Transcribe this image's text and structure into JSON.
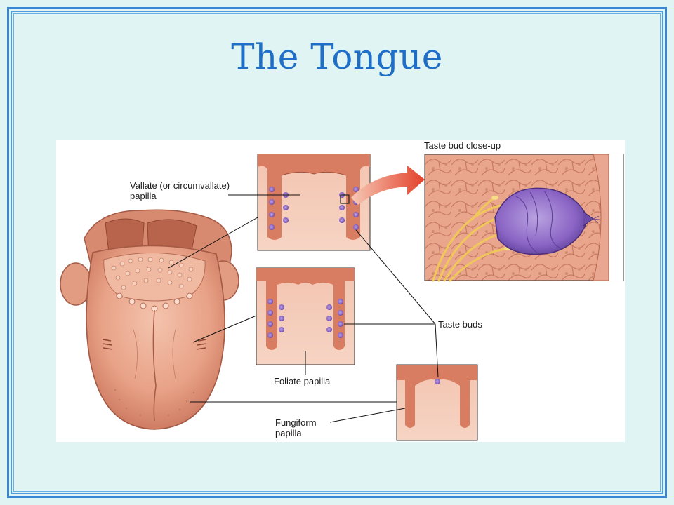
{
  "slide": {
    "title": "The Tongue",
    "colors": {
      "background": "#dff4f3",
      "border": "#3b85d6",
      "title": "#1f6fc8"
    }
  },
  "diagram": {
    "labels": {
      "vallate_line1": "Vallate (or circumvallate)",
      "vallate_line2": "papilla",
      "closeup": "Taste bud close-up",
      "taste_buds": "Taste buds",
      "foliate": "Foliate papilla",
      "fungiform_line1": "Fungiform",
      "fungiform_line2": "papilla"
    },
    "icons": [
      "tongue-illustration",
      "vallate-papilla-section",
      "foliate-papilla-section",
      "fungiform-papilla-section",
      "taste-bud-closeup",
      "zoom-arrow-icon"
    ]
  }
}
